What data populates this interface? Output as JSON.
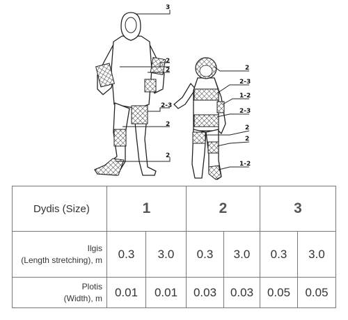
{
  "callouts": {
    "adult_head": "3",
    "adult_arm_upper": "2",
    "adult_arm_lower": "2",
    "adult_thigh": "2-3",
    "adult_knee": "2",
    "adult_shin": "2",
    "child_head": "2",
    "child_chest": "2-3",
    "child_arm": "1-2",
    "child_belly": "2-3",
    "child_thigh": "2",
    "child_knee": "2",
    "child_foot": "1-2"
  },
  "table": {
    "size_label": "Dydis (Size)",
    "sizes": [
      "1",
      "2",
      "3"
    ],
    "length_label_line1": "Ilgis",
    "length_label_line2": "(Length stretching), m",
    "length_values": [
      "0.3",
      "3.0",
      "0.3",
      "3.0",
      "0.3",
      "3.0"
    ],
    "width_label_line1": "Plotis",
    "width_label_line2": "(Width), m",
    "width_values": [
      "0.01",
      "0.01",
      "0.03",
      "0.03",
      "0.05",
      "0.05"
    ]
  }
}
